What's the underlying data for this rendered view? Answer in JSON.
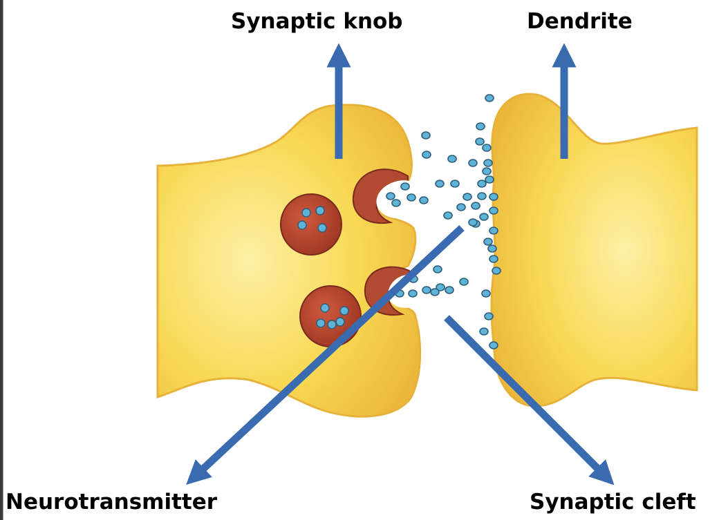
{
  "labels": {
    "synaptic_knob": "Synaptic knob",
    "dendrite": "Dendrite",
    "neurotransmitter": "Neurotransmitter",
    "synaptic_cleft": "Synaptic cleft"
  },
  "colors": {
    "neuron_fill": "#f6d24a",
    "neuron_light": "#fbe98f",
    "neuron_outline": "#e7b23a",
    "vesicle_fill": "#b8442c",
    "vesicle_outline": "#7a2a1c",
    "molecule_fill": "#5fb3d6",
    "molecule_outline": "#2f5e7a",
    "arrow": "#3a6bb0",
    "frame_edge": "#3a3a3a"
  }
}
